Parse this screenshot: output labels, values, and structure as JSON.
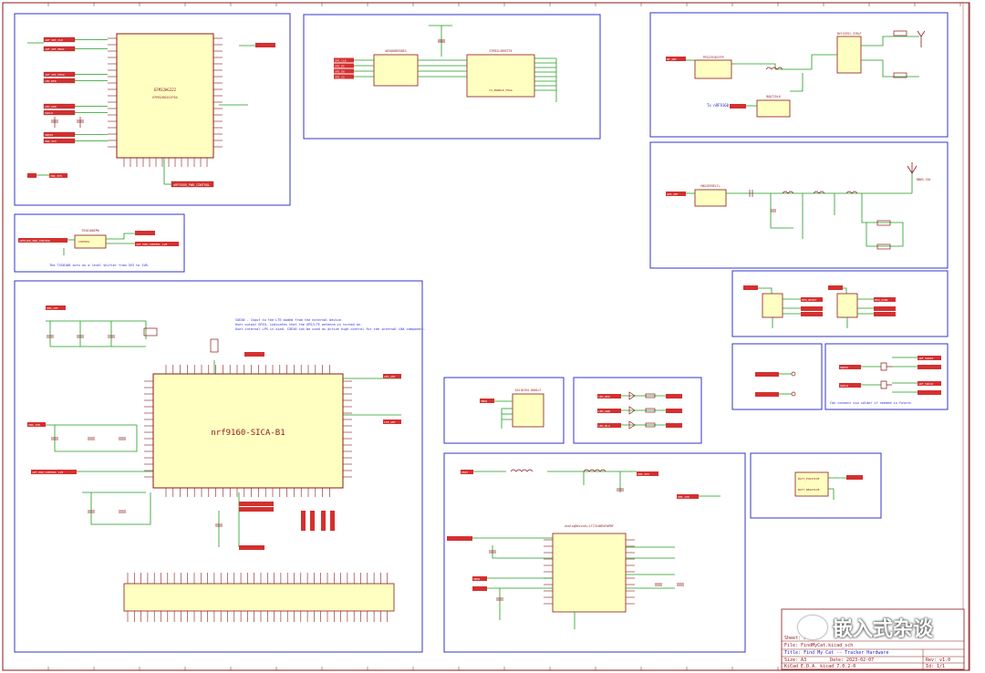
{
  "blocks": {
    "mcu_block": {
      "chip_name": "EFM32HG322",
      "chip_sub": "EFM32HG322F64",
      "pin_labels_left": [
        "nRF_SPI_CLK",
        "nRF_SPI_MOSI",
        "nRF_SPI_MISO",
        "LED_RED",
        "LED_GRN",
        "SWCLK",
        "SWDIO",
        "VDD_3V3"
      ],
      "net_bottom": "nRF9160_PWR_CONTROL",
      "net_left": "VDD_3V3"
    },
    "flash_block": {
      "ic_left": "W25Q80DVSNIG",
      "ic_right": "STM32L4R9ZIT6",
      "label_right": "CS_ENABLE_FPGA",
      "nets": [
        "SPI_CLK",
        "SPI_DI",
        "SPI_DO",
        "SPI_CS"
      ]
    },
    "level_shifter_block": {
      "ic": "TXS0108EPW",
      "control": "CONTROL",
      "net_in": "nRF9160_PWR_CONTROL",
      "net_out": "nRF_PWR_CONTROL_1V8",
      "note": "The TXS0108 acts as a level shifter from 3V3 to 1V8."
    },
    "rf_switch_block": {
      "ic1": "TPS22916CYFP",
      "ic2": "SKY13351-378LF",
      "filter": "BGA725L6",
      "note": "Tx nRF9160",
      "net": "RF_ANT"
    },
    "gps_block": {
      "ic": "MAX2659ELT+",
      "antenna": "NN03-310",
      "net": "GPS_ANT"
    },
    "nrf_block": {
      "chip_name": "nrf9160-SICA-B1",
      "notes": [
        "COEX0 - Input to the LTE modem from the external device.",
        "User output GPIO, indicates that the GPS/LTE antenna is turned on.",
        "User internal LPS is used. COEX0 can be used as active high control for the internal LNA component."
      ],
      "nets": [
        "VDD_nRF",
        "VDD_1V8",
        "GPS_ANT",
        "LTE_ANT",
        "nRF_PWR_CONTROL_1V8"
      ]
    },
    "usb_block": {
      "ic": "10118194-0001LF",
      "net": "VBUS"
    },
    "led_block": {
      "nets": [
        "LED_RED",
        "LED_GRN",
        "LED_BLU"
      ]
    },
    "buttons_block": {
      "nets": [
        "BTN_RESET",
        "BTN_USER"
      ]
    },
    "power_block": {
      "ic": "AnalogDevices:LTC3106EUF#PBF",
      "nets": [
        "VBAT",
        "VDD_3V3",
        "VDD_1V8",
        "VBUS"
      ]
    },
    "debug_block": {
      "nets": [
        "SWDIO",
        "SWCLK",
        "nRF_SWDIO",
        "nRF_SWCLK"
      ],
      "note": "Can connect via solder if needed in future."
    },
    "battery_block": {
      "pos": "BATT_POSITIVE",
      "neg": "BATT_NEGATIVE"
    }
  },
  "title_block": {
    "sheet": "Sheet: /",
    "file": "File: FindMyCat.kicad_sch",
    "title": "Title: Find My Cat -- Tracker Hardware",
    "size": "Size: A3",
    "date": "Date: 2023-02-07",
    "rev": "Rev: v1.0",
    "tool": "KiCad E.D.A.  kicad 7.0.2-0",
    "id": "Id: 1/1"
  },
  "watermark": {
    "text": "嵌入式杂谈"
  },
  "colors": {
    "frame": "#8b1a1a",
    "block_border": "#3535c8",
    "wire": "#1e9c1e",
    "symbol": "#8b1a1a",
    "symbol_fill": "#ffffc2",
    "net_label_fill": "#d43030",
    "text_blue": "#2828d0"
  }
}
